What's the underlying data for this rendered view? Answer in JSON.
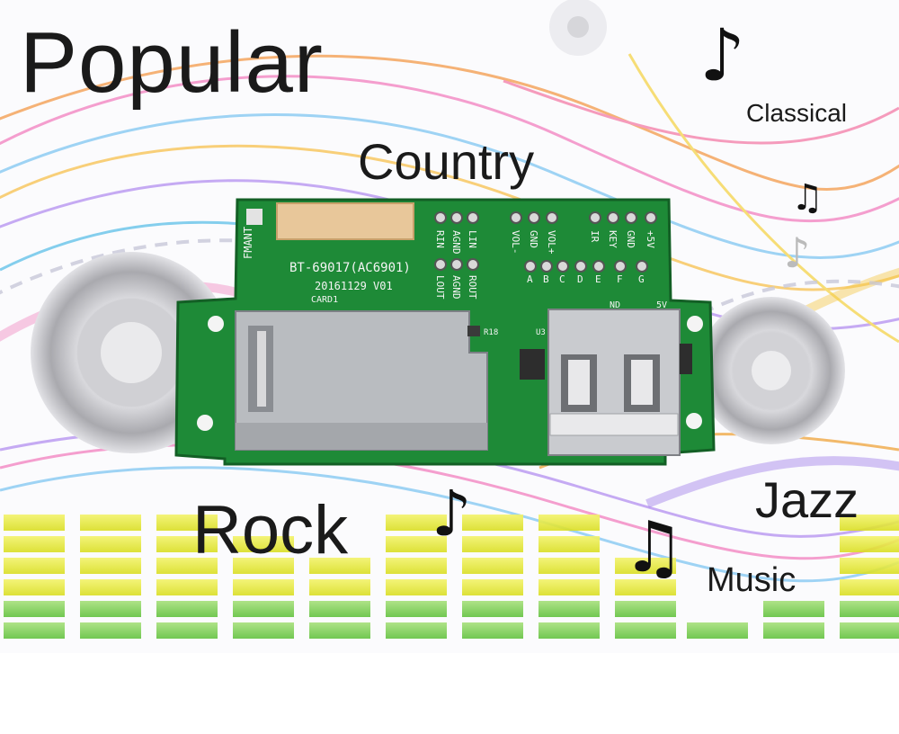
{
  "image": {
    "background_colors": {
      "yellow": "#e8ea3a",
      "green": "#7fd04a",
      "pcb_green": "#1f8f3a",
      "speaker_grey": "#c9c9cc"
    }
  },
  "genres": {
    "popular": "Popular",
    "country": "Country",
    "classical": "Classical",
    "rock": "Rock",
    "jazz": "Jazz",
    "music": "Music"
  },
  "notes": {
    "note1": "♪",
    "note2": "♫",
    "note3": "♪",
    "note4": "♪",
    "note5": "♫"
  },
  "board": {
    "antenna": "FMANT",
    "model": "BT-69017(AC6901)",
    "date": "20161129 V01",
    "card": "CARD1",
    "pins_left_top": [
      "RIN",
      "AGND",
      "LIN"
    ],
    "pins_left_bottom": [
      "LOUT",
      "AGND",
      "ROUT"
    ],
    "pins_mid": [
      "VOL-",
      "GND",
      "VOL+"
    ],
    "pins_right": [
      "IR",
      "KEY",
      "GND",
      "+5V"
    ],
    "letters": [
      "A",
      "B",
      "C",
      "D",
      "E",
      "F",
      "G"
    ],
    "r18": "R18",
    "usb": "U3",
    "gnd": "ND",
    "plus5v": "5V"
  }
}
